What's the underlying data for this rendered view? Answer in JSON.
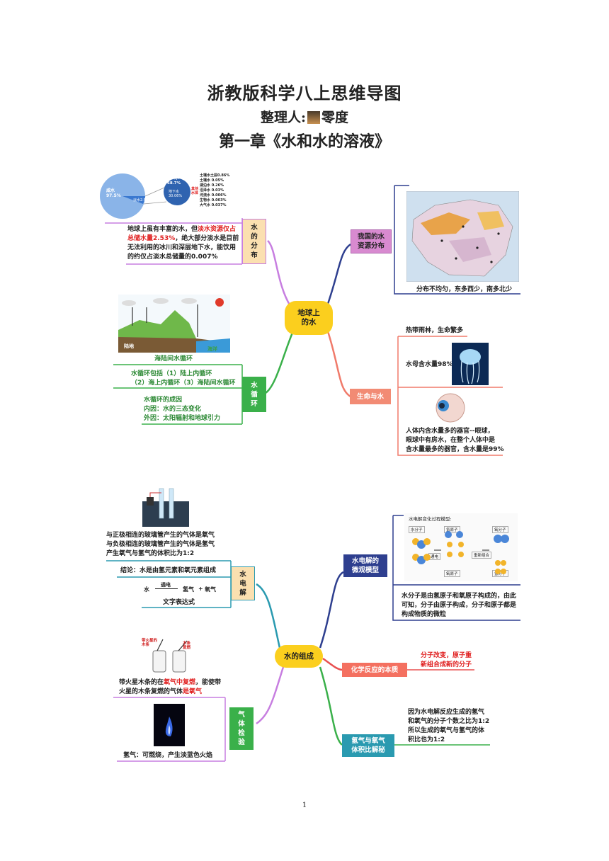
{
  "header": {
    "title": "浙教版科学八上思维导图",
    "compiler_label": "整理人:",
    "compiler_name": "零度",
    "chapter": "第一章《水和水的溶液》"
  },
  "map1": {
    "center": "地球上\n的水",
    "distribution": {
      "label": "水\n的\n分\n布",
      "pie": {
        "large_label": "咸水\n97.5%",
        "small_label": "淡水2.5%",
        "glacier_label": "冰川水\n68.7%",
        "ground_label": "地下水\n30.06%"
      },
      "fresh_types_label": "其他\n水体",
      "fresh_list": [
        "土壤水土层0.86%",
        "土壤水  0.05%",
        "湖泊水  0.26%",
        "沼泽水  0.03%",
        "河流水  0.006%",
        "生物水  0.003%",
        "大气水  0.037%"
      ],
      "text_1": "地球上虽有丰富的水，但",
      "text_red": "淡水资源仅占总储水量2.53%",
      "text_2": "，绝大部分淡水是目前无法利用的冰川和深层地下水，能饮用的约仅占淡水总储量的0.007%"
    },
    "cycle": {
      "label": "水\n循\n环",
      "image_label_land": "陆地",
      "image_label_sea": "海洋",
      "caption": "海陆间水循环",
      "types": "水循环包括（1）陆上内循环\n（2）海上内循环（3）海陆间水循环",
      "causes": "水循环的成因\n内因：水的三态变化\n外因：太阳辐射和地球引力"
    },
    "china": {
      "label": "我国的水\n资源分布",
      "caption": "分布不均匀，东多西少，南多北少"
    },
    "life": {
      "label": "生命与水",
      "rainforest": "热带雨林，生命繁多",
      "jellyfish": "水母含水量98%",
      "eye": "人体内含水量多的器官--眼球，\n眼球中有房水，在整个人体中是\n含水量最多的器官，含水量是99%"
    }
  },
  "map2": {
    "center": "水的组成",
    "electrolysis": {
      "label": "水\n电\n解",
      "obs": "与正极相连的玻璃管产生的气体是氧气\n与负极相连的玻璃管产生的气体是氢气\n产生氧气与氢气的体积比为1:2",
      "conclusion": "结论：水是由氢元素和氧元素组成",
      "eq_water": "水",
      "eq_cond": "通电",
      "eq_h2": "氢气",
      "eq_plus": "+",
      "eq_o2": "氧气",
      "eq_caption": "文字表达式"
    },
    "gas_test": {
      "label": "气\n体\n检\n验",
      "o2_1": "带火星木条的在",
      "o2_red": "氧气中复燃",
      "o2_2": "，能使带火星的木条复燃的气体",
      "o2_red2": "是氧气",
      "h2": "氢气：可燃烧，产生淡蓝色火焰",
      "img_tag1": "带火星的\n木条",
      "img_tag2": "木条\n复燃"
    },
    "micro": {
      "label": "水电解的\n微观模型",
      "img_title": "水电解变化过程模型:",
      "tag_water": "水分子",
      "tag_h": "氢原子",
      "tag_o": "氧原子",
      "tag_o2": "氧分子",
      "tag_h2": "氢分子",
      "arrow1": "通电",
      "arrow2": "重新组合",
      "desc": "水分子是由氢原子和氧原子构成的，由此\n可知，分子由原子构成，分子和原子都是\n构成物质的微粒"
    },
    "reaction": {
      "label": "化学反应的本质",
      "text": "分子改变，原子重\n新组合成新的分子"
    },
    "ratio": {
      "label": "氢气与氧气\n体积比解秘",
      "text": "因为水电解反应生成的氢气\n和氧气的分子个数之比为1:2\n所以生成的氧气与氢气的体\n积比也为1:2"
    }
  },
  "page_number": "1",
  "colors": {
    "center": "#fbcf1e",
    "distribution": "#c77ee0",
    "cycle": "#3ab04a",
    "china": "#2e3f8f",
    "life": "#f07a6a",
    "electrolysis": "#2a9ab0",
    "gas": "#c77ee0",
    "micro": "#2e3f8f",
    "reaction": "#e85050",
    "ratio": "#3ab04a"
  }
}
